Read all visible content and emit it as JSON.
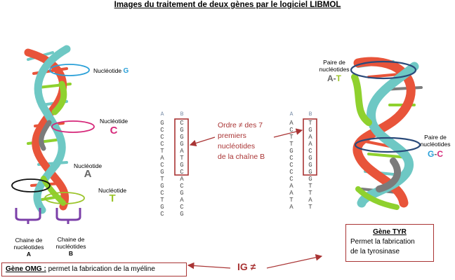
{
  "title": "Images du traitement de deux gènes par le logiciel LIBMOL",
  "left_helix": {
    "labels": {
      "nuc_g_prefix": "Nucléotide",
      "nuc_g_letter": "G",
      "nuc_c_prefix": "Nucléotide",
      "nuc_c_letter": "C",
      "nuc_a_prefix": "Nucléotide",
      "nuc_a_letter": "A",
      "nuc_t_prefix": "Nucléotide",
      "nuc_t_letter": "T"
    },
    "chain_a_line1": "Chaine de",
    "chain_a_line2": "nucléotides",
    "chain_a_letter": "A",
    "chain_b_line1": "Chaine de",
    "chain_b_line2": "nucléotides",
    "chain_b_letter": "B"
  },
  "seq_omg": {
    "head_a": "A",
    "head_b": "B",
    "chain_a": [
      "G",
      "C",
      "C",
      "C",
      "T",
      "A",
      "C",
      "G",
      "T",
      "G",
      "C",
      "T",
      "G",
      "C"
    ],
    "chain_b": [
      "C",
      "G",
      "G",
      "G",
      "A",
      "T",
      "G",
      "C",
      "A",
      "C",
      "G",
      "A",
      "C",
      "G"
    ]
  },
  "seq_tyr": {
    "head_a": "A",
    "head_b": "B",
    "chain_a": [
      "A",
      "C",
      "T",
      "T",
      "G",
      "C",
      "C",
      "C",
      "C",
      "A",
      "A",
      "T",
      "A"
    ],
    "chain_b": [
      "T",
      "G",
      "A",
      "A",
      "C",
      "G",
      "G",
      "G",
      "G",
      "T",
      "T",
      "A",
      "T"
    ]
  },
  "order_note": [
    "Ordre ≠ des 7",
    "premiers",
    "nucléotides",
    "de la chaîne B"
  ],
  "right_helix": {
    "pair_at_line1": "Paire de",
    "pair_at_line2": "nucléotides",
    "pair_at_a": "A",
    "pair_at_dash": "-",
    "pair_at_t": "T",
    "pair_gc_line1": "Paire de",
    "pair_gc_line2": "nucléotides",
    "pair_gc_g": "G",
    "pair_gc_dash": "-",
    "pair_gc_c": "C"
  },
  "gene_tyr": {
    "title": "Gène TYR",
    "line1": "Permet la fabrication",
    "line2": "de la tyrosinase"
  },
  "gene_omg": {
    "title": "Gène OMG :",
    "text": " permet la fabrication de la myéline"
  },
  "ig_label": "IG ≠",
  "colors": {
    "strand_red": "#e8543a",
    "strand_teal": "#6ec8c4",
    "strand_green": "#8fd12e",
    "strand_grey": "#7b7b7b",
    "letter_g": "#2aa0d8",
    "letter_c": "#d6287a",
    "letter_a": "#666666",
    "letter_t": "#9bc42a",
    "box_red": "#a93434",
    "bracket_purple": "#7b3fa8",
    "ellipse_blue": "#2a4a7a"
  }
}
